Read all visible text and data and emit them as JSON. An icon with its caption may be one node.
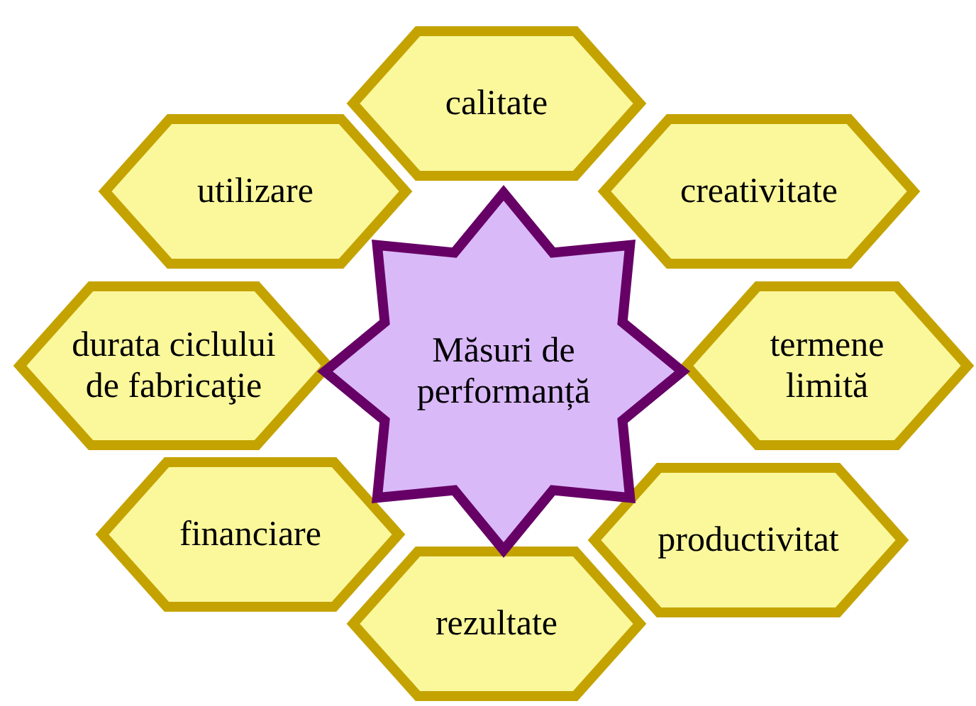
{
  "diagram": {
    "nodes": [
      {
        "text": [
          "Măsuri de performanță"
        ]
      },
      {
        "text": [
          "calitate"
        ]
      },
      {
        "text": [
          "utilizare"
        ]
      },
      {
        "text": [
          "creativitate"
        ]
      },
      {
        "text": [
          "durata ciclului de fabricaţie"
        ]
      },
      {
        "text": [
          "termene limită"
        ]
      },
      {
        "text": [
          "financiare"
        ]
      },
      {
        "text": [
          "productivitat"
        ]
      },
      {
        "text": [
          "rezultate"
        ]
      }
    ]
  }
}
